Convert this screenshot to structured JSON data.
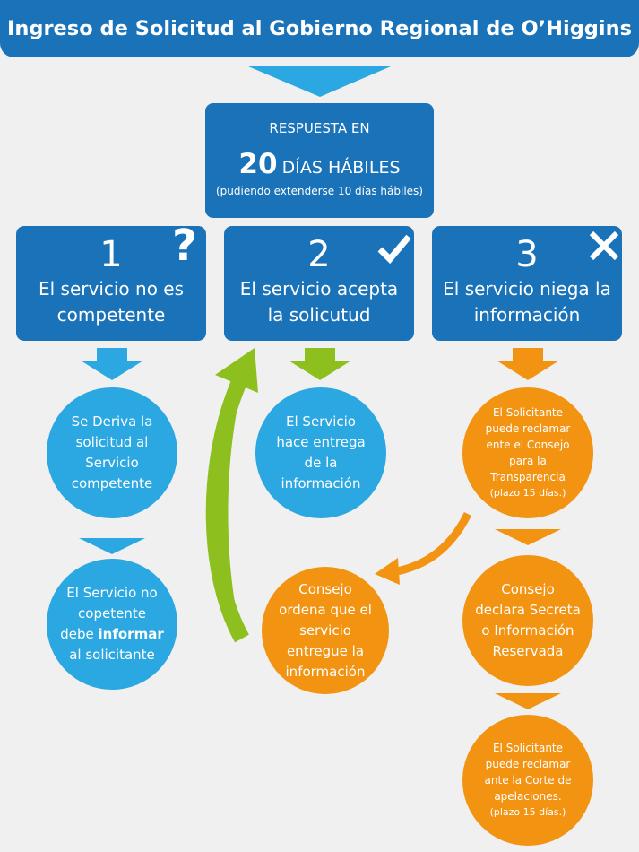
{
  "header": {
    "title": "Ingreso de Solicitud al Gobierno Regional de O’Higgins"
  },
  "response": {
    "line1": "RESPUESTA EN",
    "number": "20",
    "unit": "DÍAS HÁBILES",
    "note": "(pudiendo extenderse 10 días hábiles)"
  },
  "options": [
    {
      "number": "1",
      "text": "El servicio no es competente",
      "icon": "question-mark-icon"
    },
    {
      "number": "2",
      "text": "El servicio acepta la solicutud",
      "icon": "checkmark-icon"
    },
    {
      "number": "3",
      "text": "El servicio niega la información",
      "icon": "cross-icon"
    }
  ],
  "steps": {
    "derive": "Se Deriva la solicitud al Servicio competente",
    "inform_pre": "El Servicio no copetente debe",
    "inform_bold": "informar",
    "inform_post": "al solicitante",
    "deliver": "El Servicio hace entrega de la información",
    "claim_council": "El Solicitante puede reclamar ente el Consejo para la Transparencia",
    "claim_council_term": "(plazo 15 días.)",
    "council_orders": "Consejo ordena que el servicio entregue la información",
    "council_declares": "Consejo declara Secreta o Información Reservada",
    "claim_court": "El Solicitante puede reclamar ante la Corte de apelaciones.",
    "claim_court_term": "(plazo 15 días.)"
  },
  "colors": {
    "dark_blue": "#1a72b8",
    "light_blue": "#2ba7e1",
    "orange": "#f39312",
    "green": "#8dbf1f",
    "background": "#f0f0f0"
  }
}
